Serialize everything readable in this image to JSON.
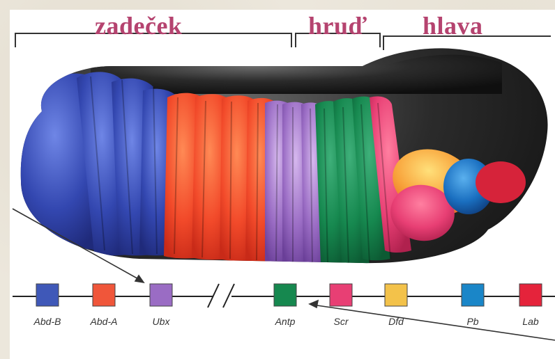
{
  "regions": {
    "abdomen": "zadeček",
    "thorax": "hruď",
    "head": "hlava"
  },
  "genes": [
    {
      "name": "Abd-B",
      "color": "#3f58b8"
    },
    {
      "name": "Abd-A",
      "color": "#f0563a"
    },
    {
      "name": "Ubx",
      "color": "#9a6cc4"
    },
    {
      "name": "Antp",
      "color": "#16884f"
    },
    {
      "name": "Scr",
      "color": "#e83f74"
    },
    {
      "name": "Dfd",
      "color": "#f3c24a"
    },
    {
      "name": "Pb",
      "color": "#1a86c8"
    },
    {
      "name": "Lab",
      "color": "#e5233b"
    }
  ],
  "colors": {
    "label": "#b5436f",
    "embryo_dorsal": "#2b2b2b"
  }
}
